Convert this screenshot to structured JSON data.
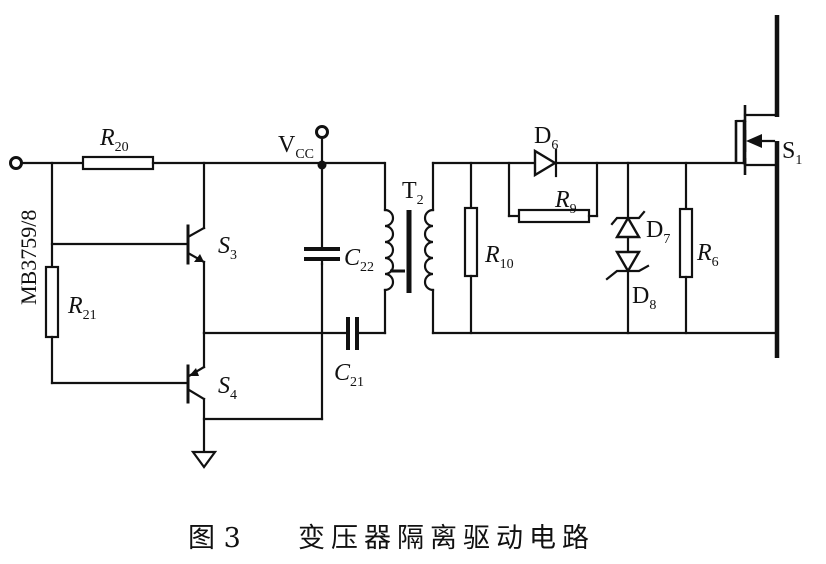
{
  "figure": {
    "caption_number": "图 3",
    "caption_title": "变压器隔离驱动电路"
  },
  "input_label": "MB3759/8",
  "supply": {
    "name": "V",
    "sub": "CC"
  },
  "components": {
    "R20": {
      "name": "R",
      "sub": "20"
    },
    "R21": {
      "name": "R",
      "sub": "21"
    },
    "S3": {
      "name": "S",
      "sub": "3"
    },
    "S4": {
      "name": "S",
      "sub": "4"
    },
    "C22": {
      "name": "C",
      "sub": "22"
    },
    "C21": {
      "name": "C",
      "sub": "21"
    },
    "T2": {
      "name": "T",
      "sub": "2"
    },
    "R10": {
      "name": "R",
      "sub": "10"
    },
    "D6": {
      "name": "D",
      "sub": "6"
    },
    "R9": {
      "name": "R",
      "sub": "9"
    },
    "D7": {
      "name": "D",
      "sub": "7"
    },
    "D8": {
      "name": "D",
      "sub": "8"
    },
    "R6": {
      "name": "R",
      "sub": "6"
    },
    "S1": {
      "name": "S",
      "sub": "1"
    }
  }
}
